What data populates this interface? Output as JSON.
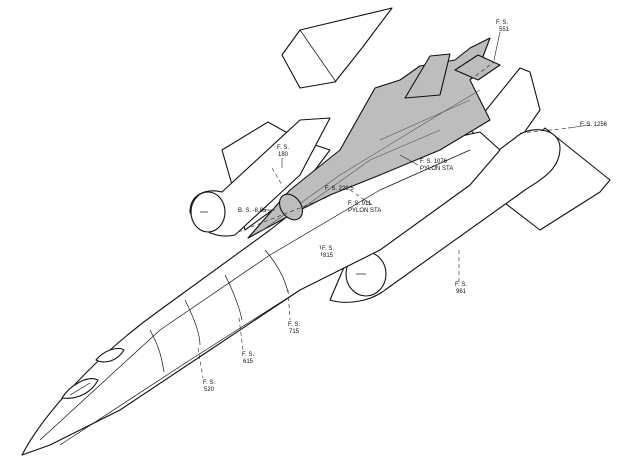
{
  "labels": {
    "fs_551": {
      "line1": "F. S.",
      "line2": "551"
    },
    "fs_1256": {
      "line1": "F. S. 1256"
    },
    "fs_180": {
      "line1": "F. S.",
      "line2": "180"
    },
    "fs_1076": {
      "line1": "F. S. 1076",
      "line2": "PYLON STA"
    },
    "bs_885": {
      "line1": "B. S. -8.85"
    },
    "fs_2295": {
      "line1": "F. S. 229.5"
    },
    "fs_911": {
      "line1": "F. S. 911",
      "line2": "PYLON STA"
    },
    "fs_815": {
      "line1": "F. S.",
      "line2": "815"
    },
    "fs_961": {
      "line1": "F. S.",
      "line2": "961"
    },
    "fs_715": {
      "line1": "F. S.",
      "line2": "715"
    },
    "fs_615": {
      "line1": "F. S.",
      "line2": "615"
    },
    "fs_520": {
      "line1": "F. S.",
      "line2": "520"
    }
  },
  "colors": {
    "line": "#111111",
    "drone_fill": "#bdbdbd",
    "background": "#ffffff"
  }
}
